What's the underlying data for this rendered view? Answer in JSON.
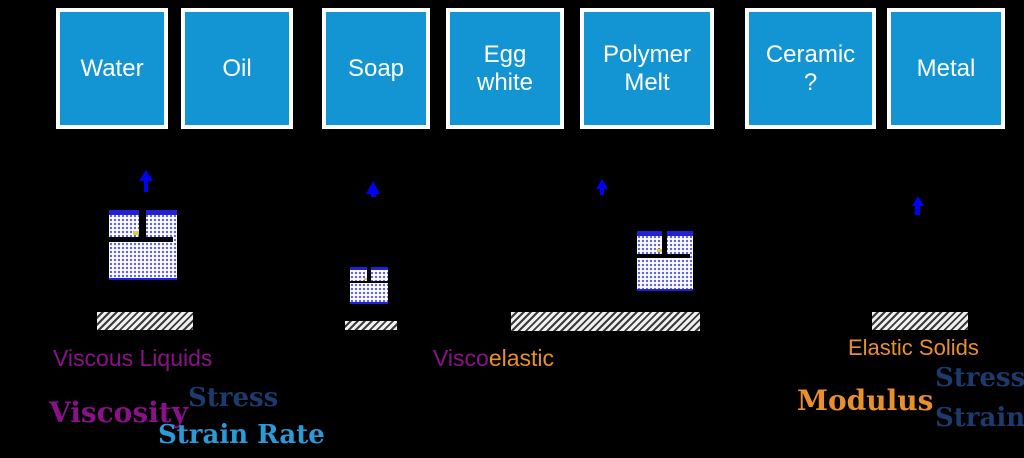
{
  "colors": {
    "background": "#000000",
    "box_fill": "#1295D2",
    "box_border": "#FFFFFF",
    "box_text": "#FFFFFF",
    "arrow_blue": "#0202F2",
    "blob_edge_blue": "#2121D6",
    "blob_dot_blue": "#5E5EE8",
    "purple": "#8B118B",
    "orange": "#E8912C",
    "navy": "#1C3A6E",
    "light_blue": "#2B9AD7"
  },
  "material_boxes": [
    {
      "label": "Water"
    },
    {
      "label": "Oil"
    },
    {
      "label": "Soap"
    },
    {
      "label": "Egg\nwhite"
    },
    {
      "label": "Polymer\nMelt"
    },
    {
      "label": "Ceramic\n?"
    },
    {
      "label": "Metal"
    }
  ],
  "category_labels": {
    "viscous": "Viscous Liquids",
    "viscoelastic_prefix": "Visco",
    "viscoelastic_suffix": "elastic",
    "elastic": "Elastic Solids"
  },
  "equations": {
    "viscous": {
      "quantity": "Viscosity",
      "numerator": "Stress",
      "denominator": "Strain Rate"
    },
    "elastic": {
      "quantity": "Modulus",
      "numerator": "Stress",
      "denominator": "Strain"
    }
  },
  "icons": {
    "up_arrow": "up-arrow-icon (blue force arrow)",
    "liquid_block": "liquid-block-icon (dotted blue block with slot)",
    "hatched_surface": "hatched-surface-icon (diagonal hatch ground)"
  }
}
